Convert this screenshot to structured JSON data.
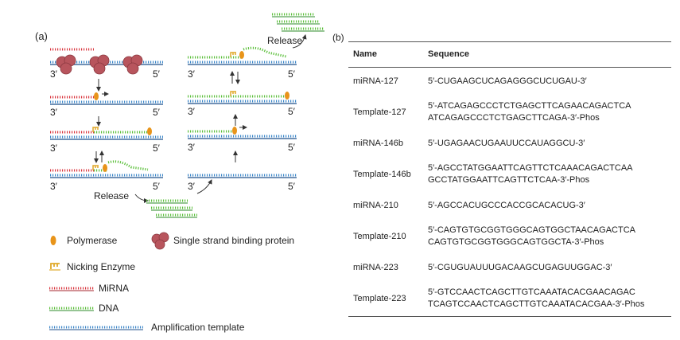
{
  "panel_a": {
    "label": "(a)",
    "end_3": "3′",
    "end_5": "5′",
    "release": "Release"
  },
  "legend": {
    "polymerase": "Polymerase",
    "ssb": "Single strand binding protein",
    "nicking": "Nicking Enzyme",
    "mirna": "MiRNA",
    "dna": "DNA",
    "template": "Amplification template"
  },
  "colors": {
    "mirna": "#d9363e",
    "dna": "#5bbf3a",
    "template": "#3a86c8",
    "template_dark": "#1f4f8a",
    "polymerase": "#e8941a",
    "ssb": "#b8555d",
    "nicking": "#e0a92a"
  },
  "panel_b": {
    "label": "(b)",
    "headers": {
      "name": "Name",
      "sequence": "Sequence"
    },
    "rows": [
      {
        "name": "miRNA-127",
        "seq1": "5′-CUGAAGCUCAGAGGGCUCUGAU-3′",
        "seq2": ""
      },
      {
        "name": "Template-127",
        "seq1": "5′-ATCAGAGCCCTCTGAGCTTCAGAACAGACTCA",
        "seq2": "ATCAGAGCCCTCTGAGCTTCAGA-3′-Phos"
      },
      {
        "name": "miRNA-146b",
        "seq1": "5′-UGAGAACUGAAUUCCAUAGGCU-3′",
        "seq2": ""
      },
      {
        "name": "Template-146b",
        "seq1": "5′-AGCCTATGGAATTCAGTTCTCAAACAGACTCAA",
        "seq2": "GCCTATGGAATTCAGTTCTCAA-3′-Phos"
      },
      {
        "name": "miRNA-210",
        "seq1": "5′-AGCCACUGCCCACCGCACACUG-3′",
        "seq2": ""
      },
      {
        "name": "Template-210",
        "seq1": "5′-CAGTGTGCGGTGGGCAGTGGCTAACAGACTCA",
        "seq2": "CAGTGTGCGGTGGGCAGTGGCTA-3′-Phos"
      },
      {
        "name": "miRNA-223",
        "seq1": "5′-CGUGUAUUUGACAAGCUGAGUUGGAC-3′",
        "seq2": ""
      },
      {
        "name": "Template-223",
        "seq1": "5′-GTCCAACTCAGCTTGTCAAATACACGAACAGAC",
        "seq2": "TCAGTCCAACTCAGCTTGTCAAATACACGAA-3′-Phos"
      }
    ]
  }
}
